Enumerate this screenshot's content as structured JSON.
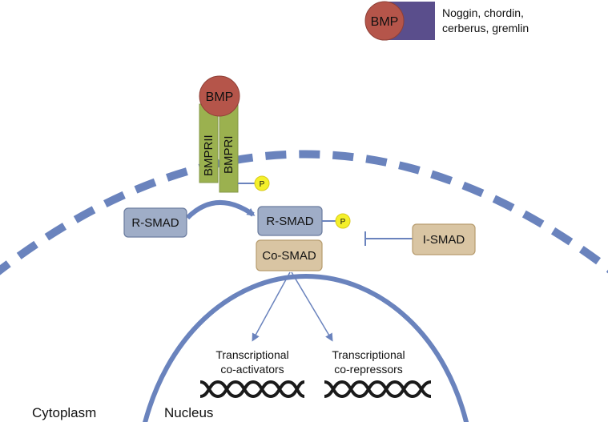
{
  "legend": {
    "bmp_label": "BMP",
    "antagonists_line1": "Noggin, chordin,",
    "antagonists_line2": "cerberus, gremlin"
  },
  "receptor": {
    "bmp_label": "BMP",
    "type2_label": "BMPRII",
    "type1_label": "BMPRI",
    "phospho_label": "P"
  },
  "smads": {
    "r_smad_inactive": "R-SMAD",
    "r_smad_active": "R-SMAD",
    "phospho_label": "P",
    "co_smad": "Co-SMAD",
    "i_smad": "I-SMAD"
  },
  "targets": {
    "activators_line1": "Transcriptional",
    "activators_line2": "co-activators",
    "repressors_line1": "Transcriptional",
    "repressors_line2": "co-repressors"
  },
  "regions": {
    "cytoplasm": "Cytoplasm",
    "nucleus": "Nucleus"
  },
  "colors": {
    "membrane": "#6a83bd",
    "bmp": "#b5554a",
    "antagonist": "#5a4e8c",
    "receptor": "#9bb14f",
    "smad_blue": "#9fadc7",
    "smad_tan": "#d9c5a3",
    "phospho": "#f4f02a",
    "dna": "#1a1a1a"
  }
}
